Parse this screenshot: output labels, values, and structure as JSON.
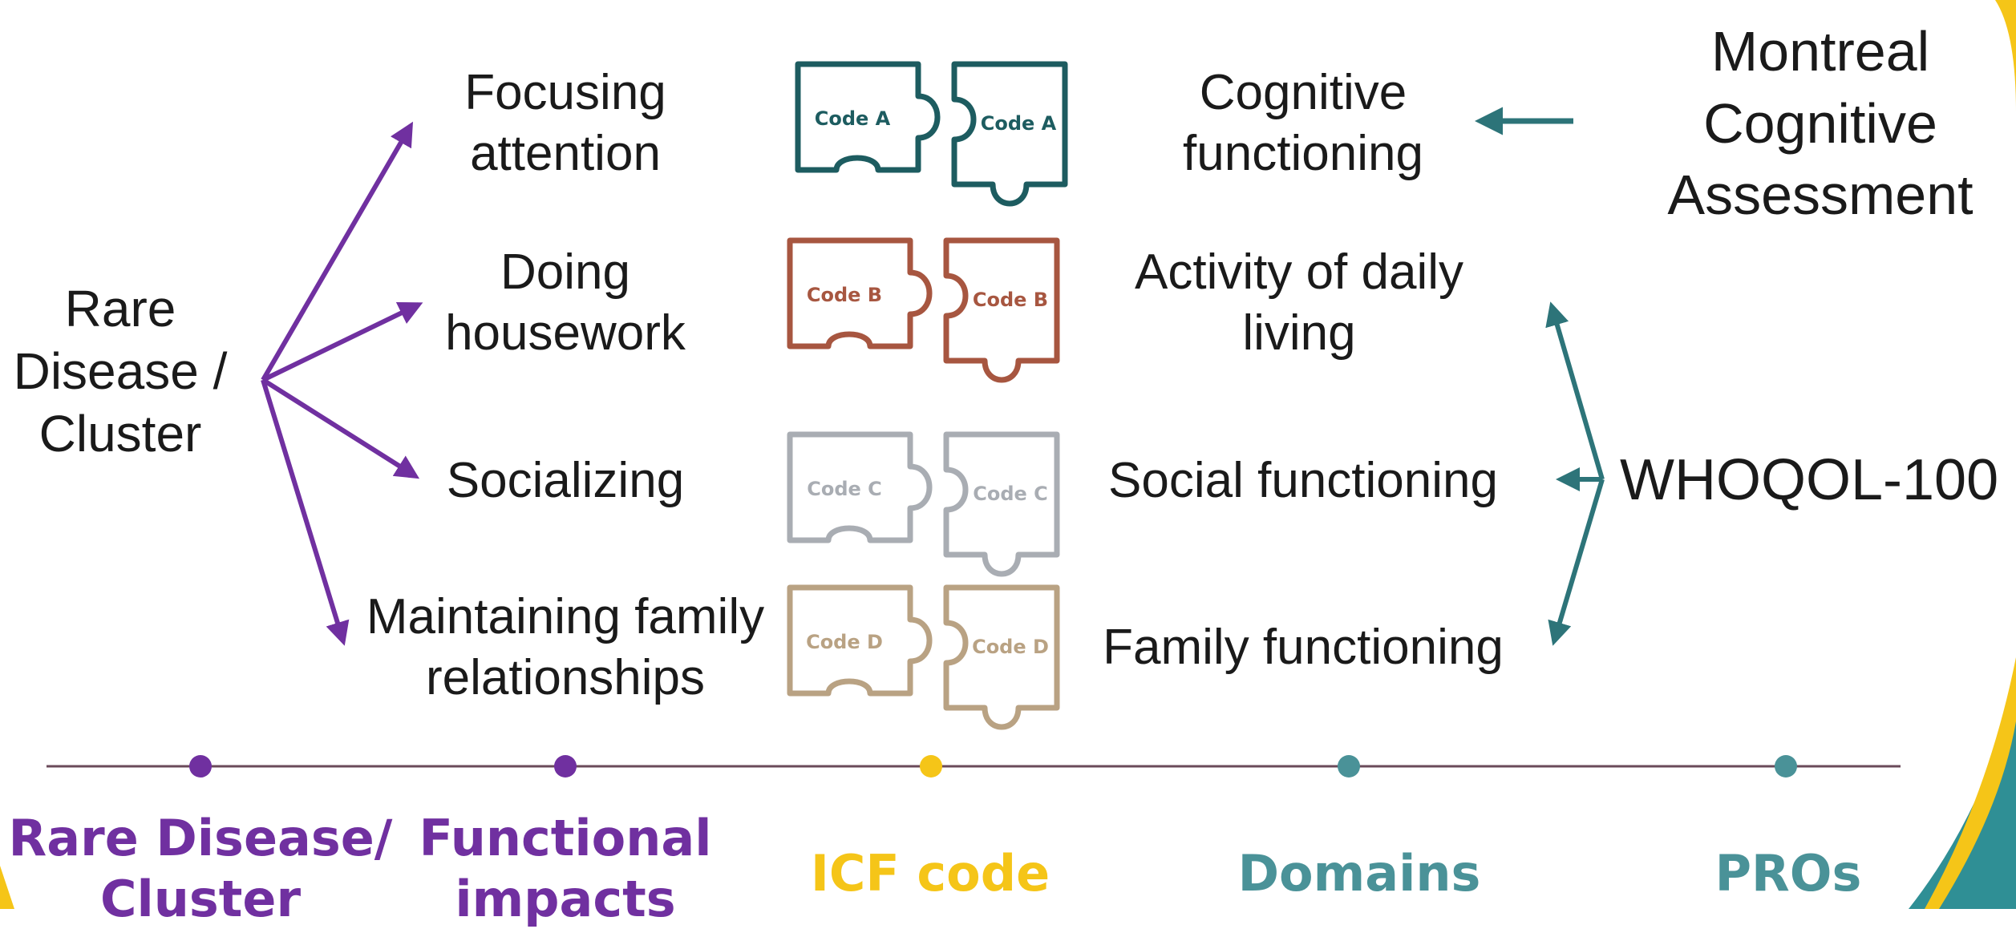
{
  "rare_disease": {
    "line1": "Rare",
    "line2": "Disease /",
    "line3": "Cluster"
  },
  "impacts": [
    {
      "line1": "Focusing",
      "line2": "attention"
    },
    {
      "line1": "Doing",
      "line2": "housework"
    },
    {
      "line1": "Socializing",
      "line2": ""
    },
    {
      "line1": "Maintaining family",
      "line2": "relationships"
    }
  ],
  "codes": [
    {
      "label": "Code A",
      "color": "#1d5c60"
    },
    {
      "label": "Code B",
      "color": "#a75640"
    },
    {
      "label": "Code C",
      "color": "#a9adb3"
    },
    {
      "label": "Code D",
      "color": "#b9a283"
    }
  ],
  "domains": [
    {
      "line1": "Cognitive",
      "line2": "functioning"
    },
    {
      "line1": "Activity of daily",
      "line2": "living"
    },
    {
      "line1": "Social functioning",
      "line2": ""
    },
    {
      "line1": "Family functioning",
      "line2": ""
    }
  ],
  "pros": {
    "moca": {
      "line1": "Montreal",
      "line2": "Cognitive",
      "line3": "Assessment"
    },
    "whoqol": "WHOQOL-100"
  },
  "timeline": [
    {
      "label_line1": "Rare Disease/",
      "label_line2": "Cluster",
      "color": "#7030a0"
    },
    {
      "label_line1": "Functional",
      "label_line2": "impacts",
      "color": "#7030a0"
    },
    {
      "label_line1": "ICF code",
      "label_line2": "",
      "color": "#f5c518"
    },
    {
      "label_line1": "Domains",
      "label_line2": "",
      "color": "#4a9298"
    },
    {
      "label_line1": "PROs",
      "label_line2": "",
      "color": "#4a9298"
    }
  ],
  "colors": {
    "purple_arrow": "#7030a0",
    "teal_arrow": "#2d7479",
    "timeline_line": "#6a4a5a",
    "corner_teal": "#2f8f95",
    "corner_yellow": "#f5c518"
  }
}
